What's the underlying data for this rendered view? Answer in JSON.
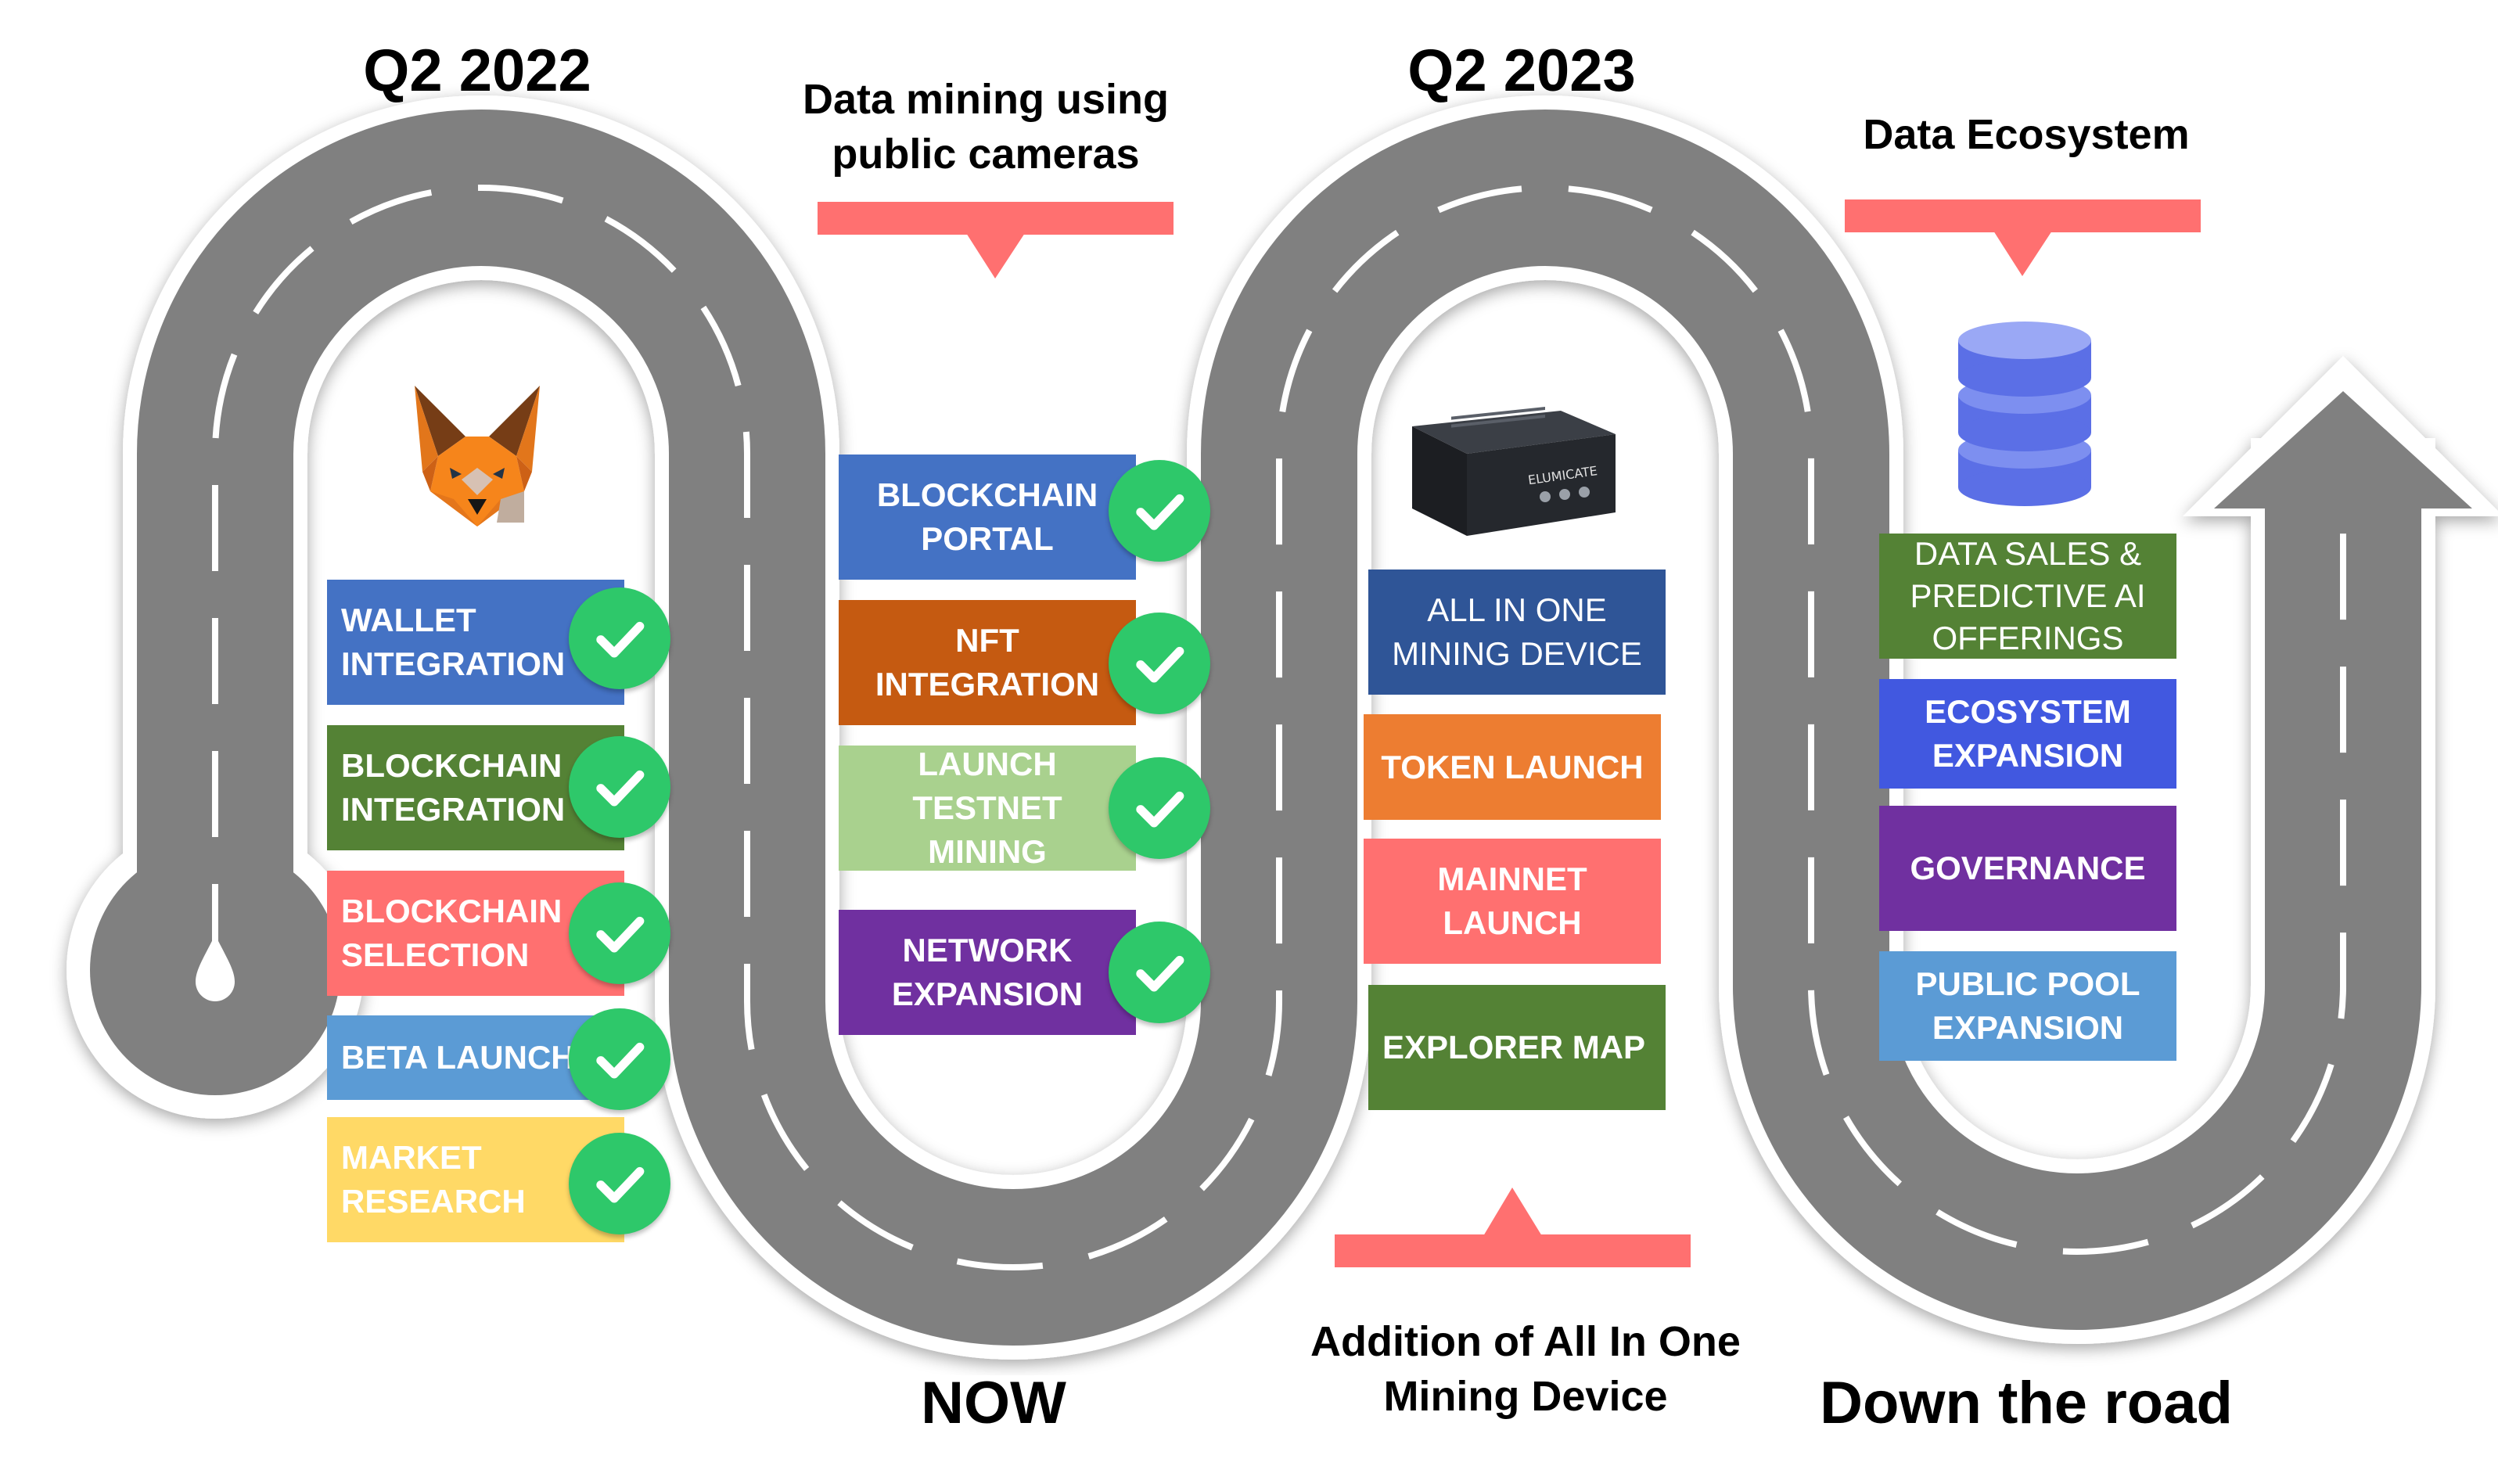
{
  "headings": {
    "q2_2022": "Q2 2022",
    "data_mining": "Data mining using\npublic cameras",
    "q2_2023": "Q2 2023",
    "data_ecosystem": "Data Ecosystem",
    "now": "NOW",
    "addition": "Addition of All In One\nMining Device",
    "down_the_road": "Down the road"
  },
  "column1": [
    {
      "label": "WALLET\nINTEGRATION",
      "color": "#4472c4",
      "done": true
    },
    {
      "label": "BLOCKCHAIN\nINTEGRATION",
      "color": "#548235",
      "done": true
    },
    {
      "label": "BLOCKCHAIN\nSELECTION",
      "color": "#ff7070",
      "done": true
    },
    {
      "label": "BETA LAUNCH",
      "color": "#5b9bd5",
      "done": true
    },
    {
      "label": "MARKET\nRESEARCH",
      "color": "#ffd966",
      "done": true
    }
  ],
  "column2": [
    {
      "label": "BLOCKCHAIN\nPORTAL",
      "color": "#4472c4",
      "done": true
    },
    {
      "label": "NFT\nINTEGRATION",
      "color": "#c55a11",
      "done": true
    },
    {
      "label": "LAUNCH TESTNET\nMINING",
      "color": "#a9d18e",
      "done": true
    },
    {
      "label": "NETWORK\nEXPANSION",
      "color": "#7030a0",
      "done": true
    }
  ],
  "column3": [
    {
      "label": "ALL IN ONE\nMINING DEVICE",
      "color": "#2f5597"
    },
    {
      "label": "TOKEN LAUNCH",
      "color": "#ed7d31"
    },
    {
      "label": "MAINNET\nLAUNCH",
      "color": "#ff7070"
    },
    {
      "label": "EXPLORER MAP",
      "color": "#548235"
    }
  ],
  "column4": [
    {
      "label": "DATA SALES &\nPREDICTIVE AI\nOFFERINGS",
      "color": "#548235"
    },
    {
      "label": "ECOSYSTEM\nEXPANSION",
      "color": "#4158e0"
    },
    {
      "label": "GOVERNANCE",
      "color": "#7030a0"
    },
    {
      "label": "PUBLIC POOL\nEXPANSION",
      "color": "#5b9bd5"
    }
  ],
  "device_label": "ELUMICATE",
  "icons": {
    "fox": "metamask-fox-icon",
    "device": "mining-device-icon",
    "database": "database-icon",
    "check": "check-icon"
  },
  "colors": {
    "road": "#808080",
    "banner": "#ff7070",
    "check": "#2ec86a"
  }
}
